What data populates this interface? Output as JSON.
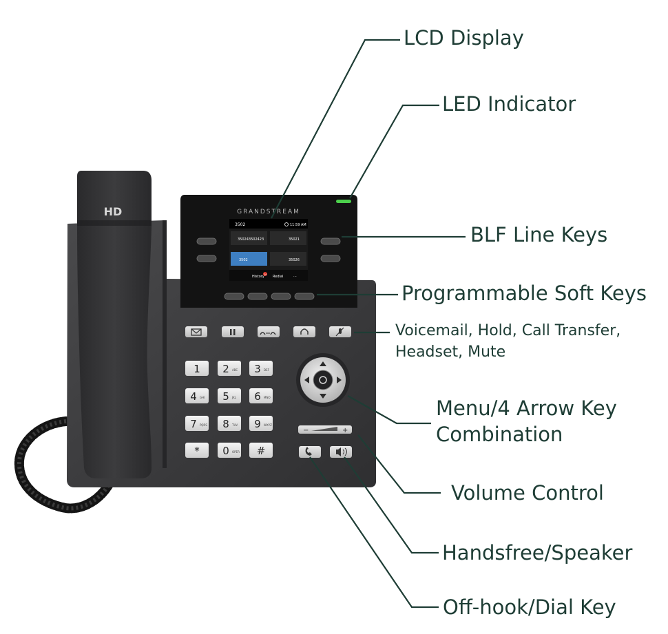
{
  "colors": {
    "label_text": "#1e3d35",
    "leader_line": "#1e3d35",
    "phone_body": "#3b3b3d",
    "led_green": "#4cd04c",
    "screen_accent": "#3e7fc2"
  },
  "handset": {
    "badge": "HD"
  },
  "screen": {
    "brand": "GRANDSTREAM",
    "status_account": "3502",
    "clock": "11:59 AM",
    "lines": [
      {
        "label": "350243502423"
      },
      {
        "label": "35021"
      },
      {
        "label": "3502"
      },
      {
        "label": "35026"
      }
    ],
    "softkeys": [
      "History",
      "Redial",
      "···"
    ],
    "history_badge": "24"
  },
  "keypad": [
    {
      "digit": "1",
      "letters": ""
    },
    {
      "digit": "2",
      "letters": "ABC"
    },
    {
      "digit": "3",
      "letters": "DEF"
    },
    {
      "digit": "4",
      "letters": "GHI"
    },
    {
      "digit": "5",
      "letters": "JKL"
    },
    {
      "digit": "6",
      "letters": "MNO"
    },
    {
      "digit": "7",
      "letters": "PQRS"
    },
    {
      "digit": "8",
      "letters": "TUV"
    },
    {
      "digit": "9",
      "letters": "WXYZ"
    },
    {
      "digit": "*",
      "letters": ""
    },
    {
      "digit": "0",
      "letters": "OPER"
    },
    {
      "digit": "#",
      "letters": ""
    }
  ],
  "volume": {
    "minus": "−",
    "plus": "+"
  },
  "labels": {
    "lcd_display": "LCD Display",
    "led_indicator": "LED Indicator",
    "blf_line_keys": "BLF Line Keys",
    "programmable_soft_keys": "Programmable Soft Keys",
    "function_keys_line1": "Voicemail, Hold, Call Transfer,",
    "function_keys_line2": "Headset, Mute",
    "menu_arrow_line1": "Menu/4 Arrow Key",
    "menu_arrow_line2": "Combination",
    "volume_control": "Volume Control",
    "handsfree_speaker": "Handsfree/Speaker",
    "offhook_dial_key": "Off-hook/Dial Key"
  }
}
